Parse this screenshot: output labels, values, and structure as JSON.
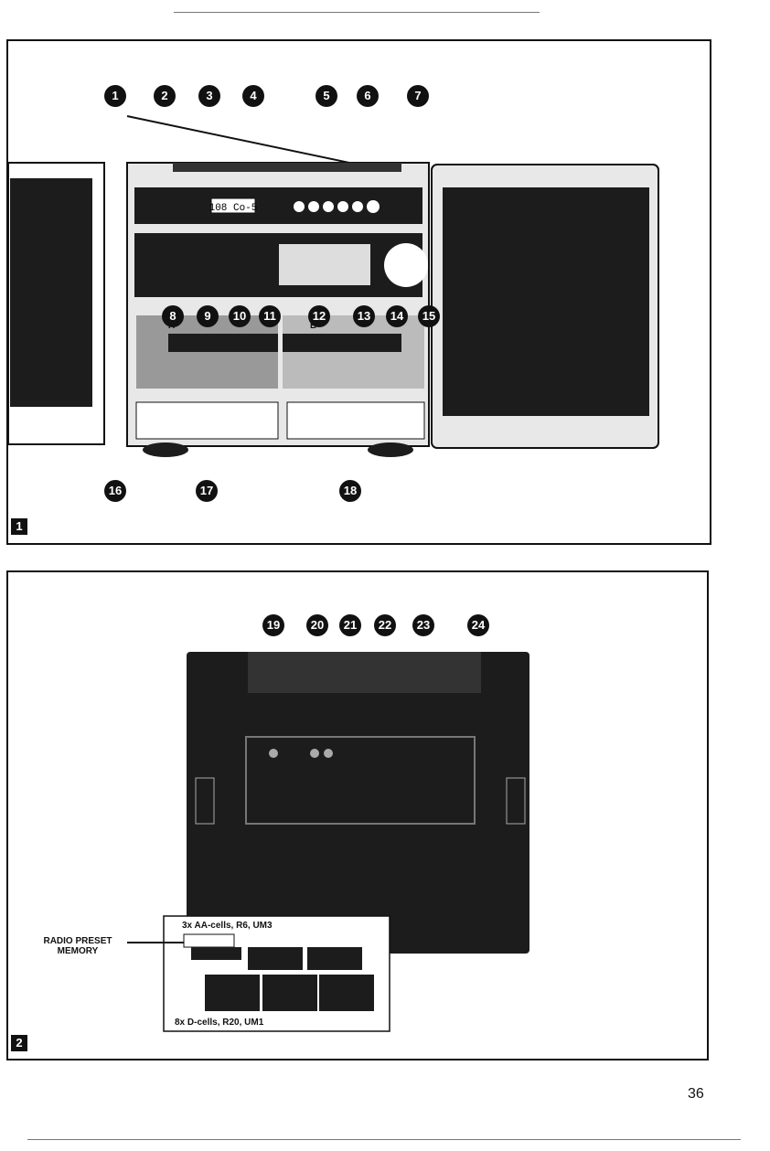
{
  "figure1": {
    "tag": "1",
    "display_text": "108 Co-5",
    "callouts": [
      "1",
      "2",
      "3",
      "4",
      "5",
      "6",
      "7",
      "8",
      "9",
      "10",
      "11",
      "12",
      "13",
      "14",
      "15",
      "16",
      "17",
      "18"
    ],
    "deck_labels": [
      "A",
      "B"
    ]
  },
  "figure2": {
    "tag": "2",
    "callouts": [
      "19",
      "20",
      "21",
      "22",
      "23",
      "24"
    ],
    "radio_preset_label": "RADIO PRESET MEMORY",
    "aa_cells_caption": "3x AA-cells, R6, UM3",
    "d_cells_caption": "8x D-cells, R20, UM1"
  },
  "page_number": "36",
  "colors": {
    "ink": "#111111",
    "device_dark": "#1c1c1c",
    "device_light": "#e8e8e8",
    "paper": "#ffffff"
  }
}
